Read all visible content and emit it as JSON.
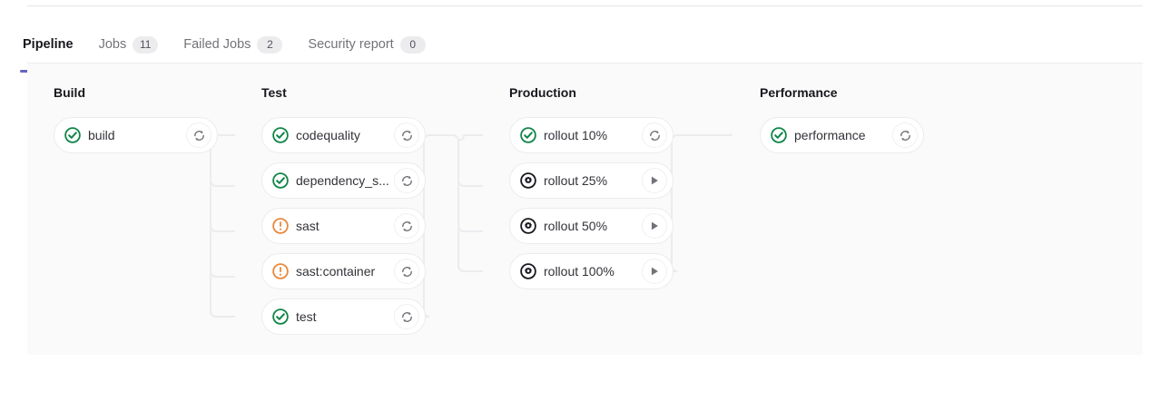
{
  "tabs": [
    {
      "label": "Pipeline",
      "badge": null,
      "active": true,
      "name": "tab-pipeline"
    },
    {
      "label": "Jobs",
      "badge": "11",
      "active": false,
      "name": "tab-jobs"
    },
    {
      "label": "Failed Jobs",
      "badge": "2",
      "active": false,
      "name": "tab-failed-jobs"
    },
    {
      "label": "Security report",
      "badge": "0",
      "active": false,
      "name": "tab-security-report"
    }
  ],
  "colors": {
    "accent": "#6666c4",
    "success": "#108548",
    "warning": "#ab6100",
    "manual": "#333238",
    "surface": "#fafafa",
    "border": "#ececef"
  },
  "pipeline": {
    "stages": [
      {
        "title": "Build",
        "jobs": [
          {
            "name": "build",
            "status": "success",
            "status_icon": "status-success-icon",
            "action": "retry",
            "action_icon": "retry-icon"
          }
        ]
      },
      {
        "title": "Test",
        "jobs": [
          {
            "name": "codequality",
            "status": "success",
            "status_icon": "status-success-icon",
            "action": "retry",
            "action_icon": "retry-icon"
          },
          {
            "name": "dependency_s...",
            "status": "success",
            "status_icon": "status-success-icon",
            "action": "retry",
            "action_icon": "retry-icon"
          },
          {
            "name": "sast",
            "status": "warning",
            "status_icon": "status-warning-icon",
            "action": "retry",
            "action_icon": "retry-icon"
          },
          {
            "name": "sast:container",
            "status": "warning",
            "status_icon": "status-warning-icon",
            "action": "retry",
            "action_icon": "retry-icon"
          },
          {
            "name": "test",
            "status": "success",
            "status_icon": "status-success-icon",
            "action": "retry",
            "action_icon": "retry-icon"
          }
        ]
      },
      {
        "title": "Production",
        "jobs": [
          {
            "name": "rollout 10%",
            "status": "success",
            "status_icon": "status-success-icon",
            "action": "retry",
            "action_icon": "retry-icon"
          },
          {
            "name": "rollout 25%",
            "status": "manual",
            "status_icon": "status-manual-icon",
            "action": "play",
            "action_icon": "play-icon"
          },
          {
            "name": "rollout 50%",
            "status": "manual",
            "status_icon": "status-manual-icon",
            "action": "play",
            "action_icon": "play-icon"
          },
          {
            "name": "rollout 100%",
            "status": "manual",
            "status_icon": "status-manual-icon",
            "action": "play",
            "action_icon": "play-icon"
          }
        ]
      },
      {
        "title": "Performance",
        "jobs": [
          {
            "name": "performance",
            "status": "success",
            "status_icon": "status-success-icon",
            "action": "retry",
            "action_icon": "retry-icon"
          }
        ]
      }
    ]
  }
}
